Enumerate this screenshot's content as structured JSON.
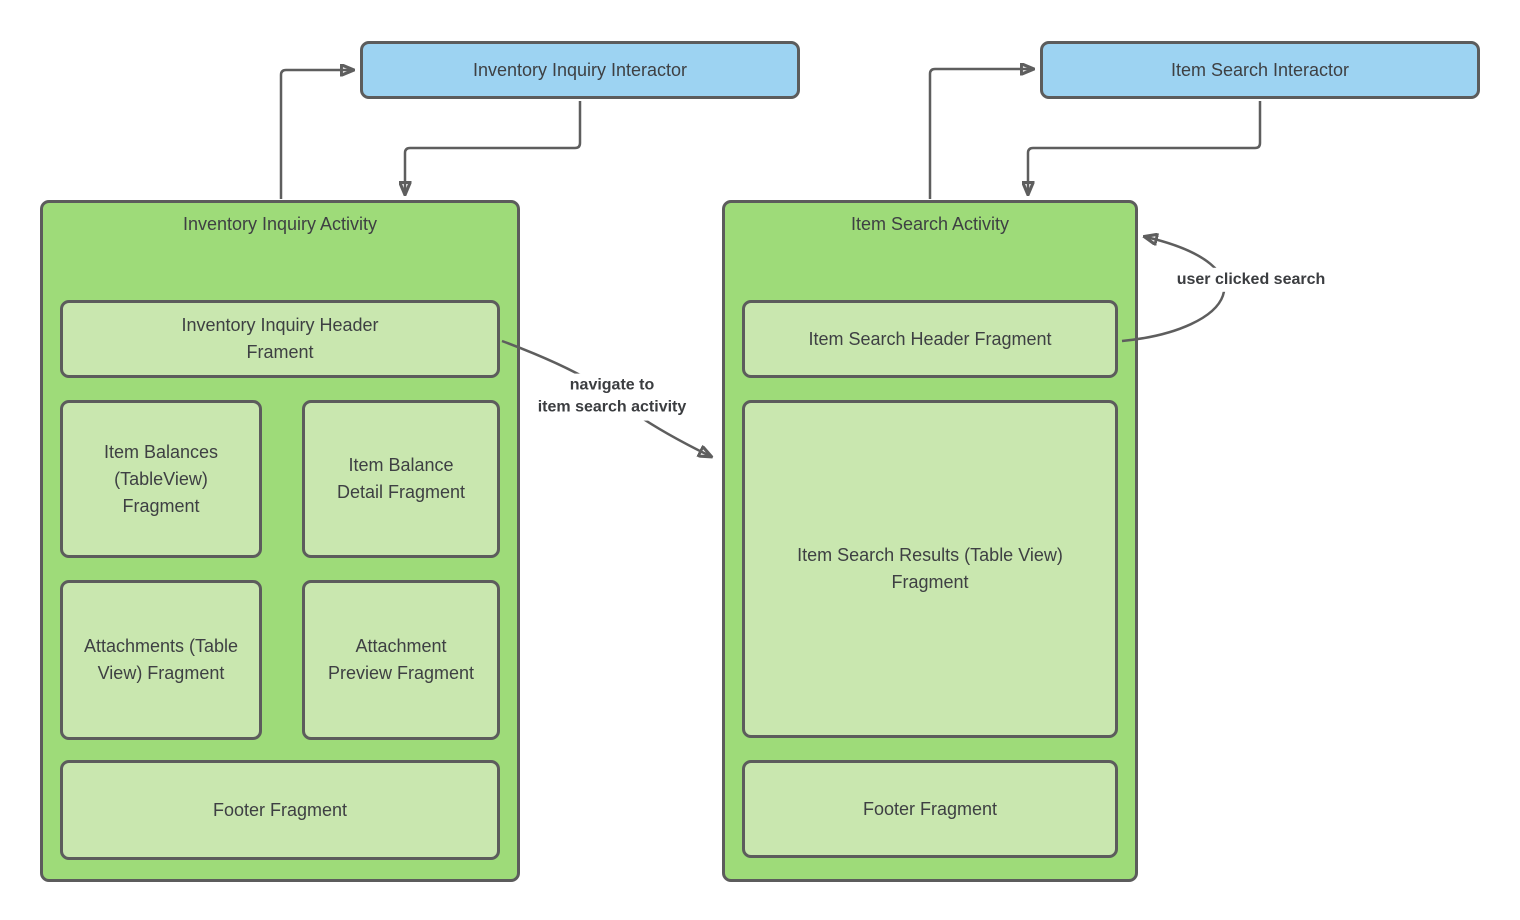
{
  "colors": {
    "interactor_fill": "#9dd3f2",
    "activity_fill": "#9edb79",
    "fragment_fill": "#c9e7af",
    "shape_border": "#5c5c5c",
    "connector": "#5e5e5e",
    "text": "#3e4043"
  },
  "left": {
    "interactor_label": "Inventory Inquiry Interactor",
    "activity_title": "Inventory Inquiry Activity",
    "header_fragment": "Inventory Inquiry Header\nFrament",
    "balances_fragment": "Item Balances\n(TableView)\nFragment",
    "balance_detail_fragment": "Item Balance\nDetail Fragment",
    "attachments_fragment": "Attachments (Table\nView) Fragment",
    "attachment_preview_fragment": "Attachment\nPreview Fragment",
    "footer_fragment": "Footer Fragment"
  },
  "right": {
    "interactor_label": "Item Search Interactor",
    "activity_title": "Item Search Activity",
    "header_fragment": "Item Search Header Fragment",
    "results_fragment": "Item Search Results (Table View)\nFragment",
    "footer_fragment": "Footer Fragment"
  },
  "edge_labels": {
    "navigate": "navigate to\nitem search activity",
    "user_clicked_search": "user clicked search"
  }
}
